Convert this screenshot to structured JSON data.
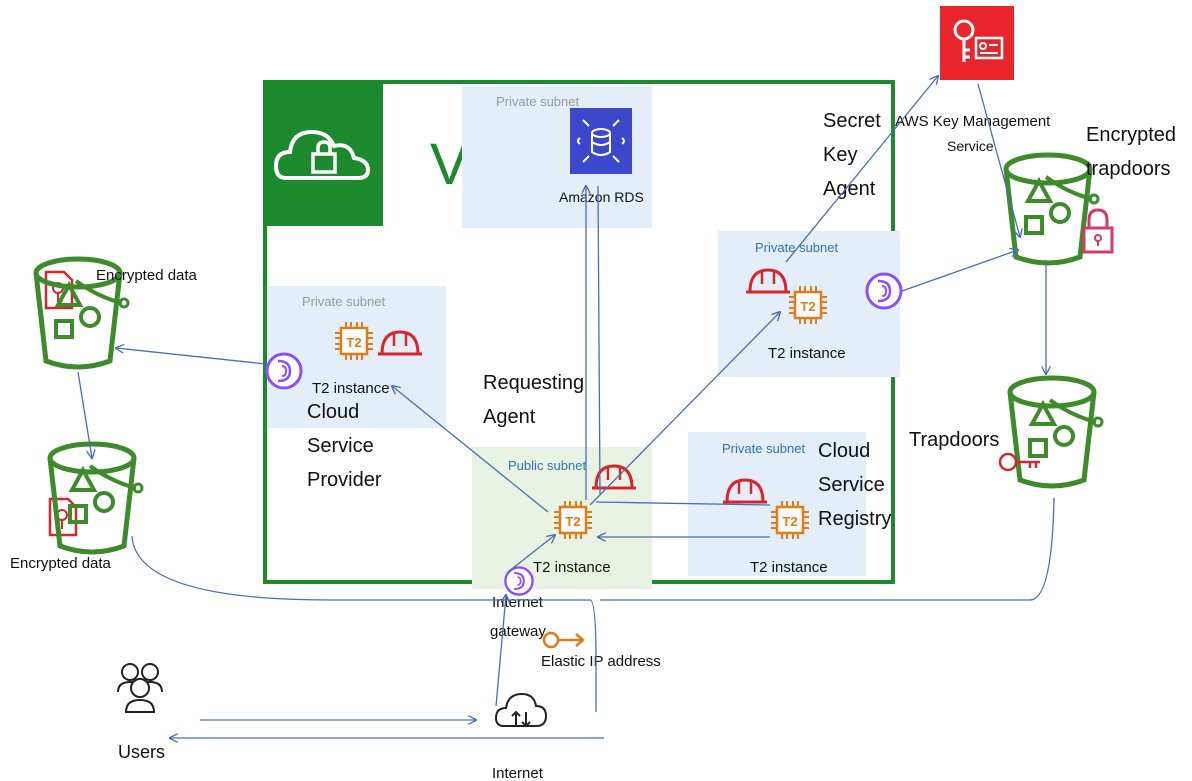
{
  "vpc": {
    "title": "VPC"
  },
  "subnets": {
    "rds_private": "Private subnet",
    "csp_private": "Private subnet",
    "ska_private": "Private subnet",
    "public": "Public subnet",
    "registry_private": "Private subnet"
  },
  "services": {
    "rds": "Amazon RDS",
    "kms_line1": "AWS Key Management",
    "kms_line2": "Service"
  },
  "instances": {
    "csp": "T2 instance",
    "ska": "T2 instance",
    "public": "T2 instance",
    "registry": "T2 instance",
    "chip_label": "T2"
  },
  "agents": {
    "secret_key": [
      "Secret",
      "Key",
      "Agent"
    ],
    "requesting": [
      "Requesting",
      "Agent"
    ],
    "csp": [
      "Cloud",
      "Service",
      "Provider"
    ],
    "registry": [
      "Cloud",
      "Service",
      "Registry"
    ]
  },
  "storage": {
    "encrypted_data_top": "Encrypted data",
    "encrypted_data_bottom": "Encrypted data",
    "encrypted_trapdoors": [
      "Encrypted",
      "trapdoors"
    ],
    "trapdoors": "Trapdoors"
  },
  "network": {
    "internet_gateway": [
      "Internet",
      "gateway"
    ],
    "elastic_ip": "Elastic IP address",
    "internet": "Internet",
    "users": "Users"
  },
  "colors": {
    "vpc_green": "#1e8a2e",
    "bucket_green": "#3d8b2a",
    "chip_orange": "#e07b1a",
    "hat_red": "#d8262f",
    "kms_red": "#e8252b",
    "rds_blue": "#3b48cc",
    "endpoint_purple": "#8c4fff",
    "line_blue": "#4a6fb0",
    "subnet_blue_bg": "#e3eef8",
    "subnet_green_bg": "#e8f3e3"
  }
}
